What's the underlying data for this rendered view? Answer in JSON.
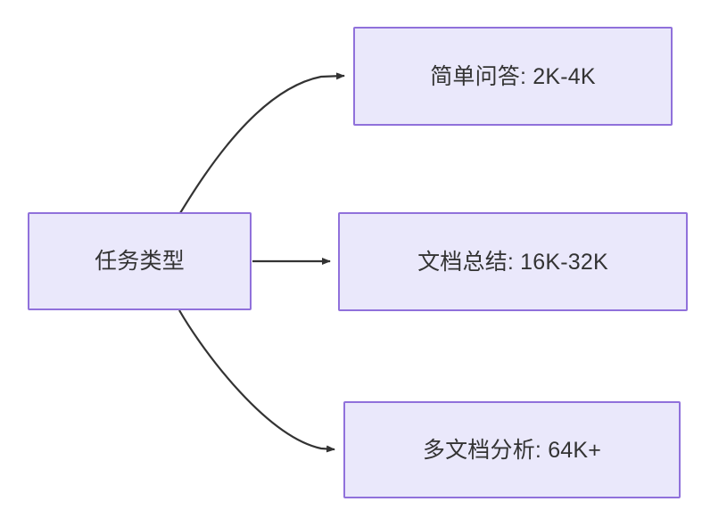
{
  "diagram": {
    "type": "flowchart",
    "direction": "left-to-right",
    "background_color": "#ffffff",
    "node_fill_color": "#eae8fb",
    "node_border_color": "#9071db",
    "node_text_color": "#333333",
    "edge_color": "#333333",
    "nodes": [
      {
        "id": "root",
        "label": "任务类型",
        "role": "source"
      },
      {
        "id": "simple-qa",
        "label": "简单问答: 2K-4K",
        "role": "target"
      },
      {
        "id": "doc-sum",
        "label": "文档总结: 16K-32K",
        "role": "target"
      },
      {
        "id": "multi-doc",
        "label": "多文档分析: 64K+",
        "role": "target"
      }
    ],
    "edges": [
      {
        "id": "edge-root-to-simple-qa",
        "from": "root",
        "to": "simple-qa",
        "label": "",
        "shape": "curved",
        "arrowhead": "filled-triangle"
      },
      {
        "id": "edge-root-to-doc-sum",
        "from": "root",
        "to": "doc-sum",
        "label": "",
        "shape": "straight",
        "arrowhead": "filled-triangle"
      },
      {
        "id": "edge-root-to-multi-doc",
        "from": "root",
        "to": "multi-doc",
        "label": "",
        "shape": "curved",
        "arrowhead": "filled-triangle"
      }
    ]
  }
}
